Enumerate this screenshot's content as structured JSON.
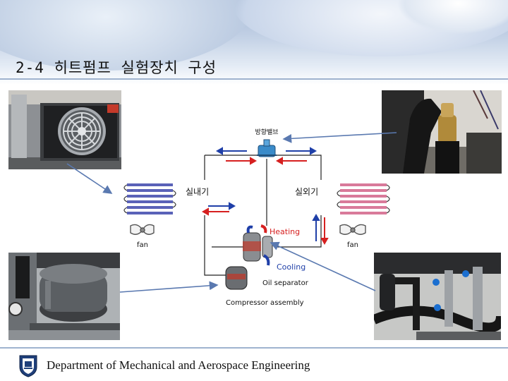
{
  "slide": {
    "title": "2-4 히트펌프 실험장치 구성",
    "footer": "Department of Mechanical and Aerospace Engineering"
  },
  "diagram": {
    "valve_label": "방향밸브",
    "indoor_coil_label": "실내기",
    "outdoor_coil_label": "실외기",
    "fan_left_label": "fan",
    "fan_right_label": "fan",
    "heating_label": "Heating",
    "cooling_label": "Cooling",
    "separator_label": "Oil separator",
    "compressor_label": "Compressor assembly"
  },
  "colors": {
    "heating": "#d62020",
    "cooling": "#1f3fa8",
    "indoor_coil": "#5a62b8",
    "outdoor_coil": "#d97a9a",
    "pointer": "#5a79b0"
  }
}
